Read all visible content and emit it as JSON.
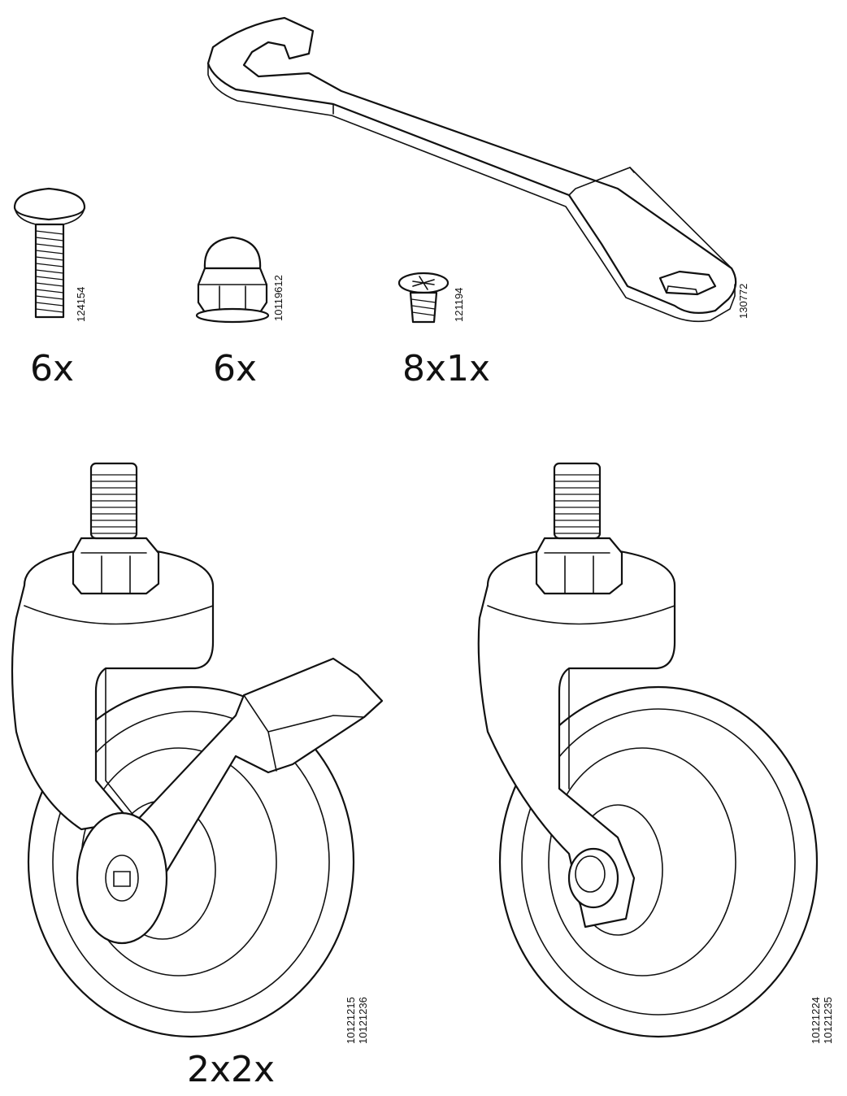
{
  "parts": [
    {
      "id": "bolt",
      "part_number": "124154",
      "quantity": "6x"
    },
    {
      "id": "cap-nut",
      "part_number": "10119612",
      "quantity": "6x"
    },
    {
      "id": "screw",
      "part_number": "121194",
      "quantity": "8x1x"
    },
    {
      "id": "wrench",
      "part_number": "130772"
    },
    {
      "id": "caster-brake",
      "part_numbers": [
        "10121215",
        "10121236"
      ],
      "quantity": "2x2x"
    },
    {
      "id": "caster",
      "part_numbers": [
        "10121224",
        "10121235"
      ]
    }
  ]
}
